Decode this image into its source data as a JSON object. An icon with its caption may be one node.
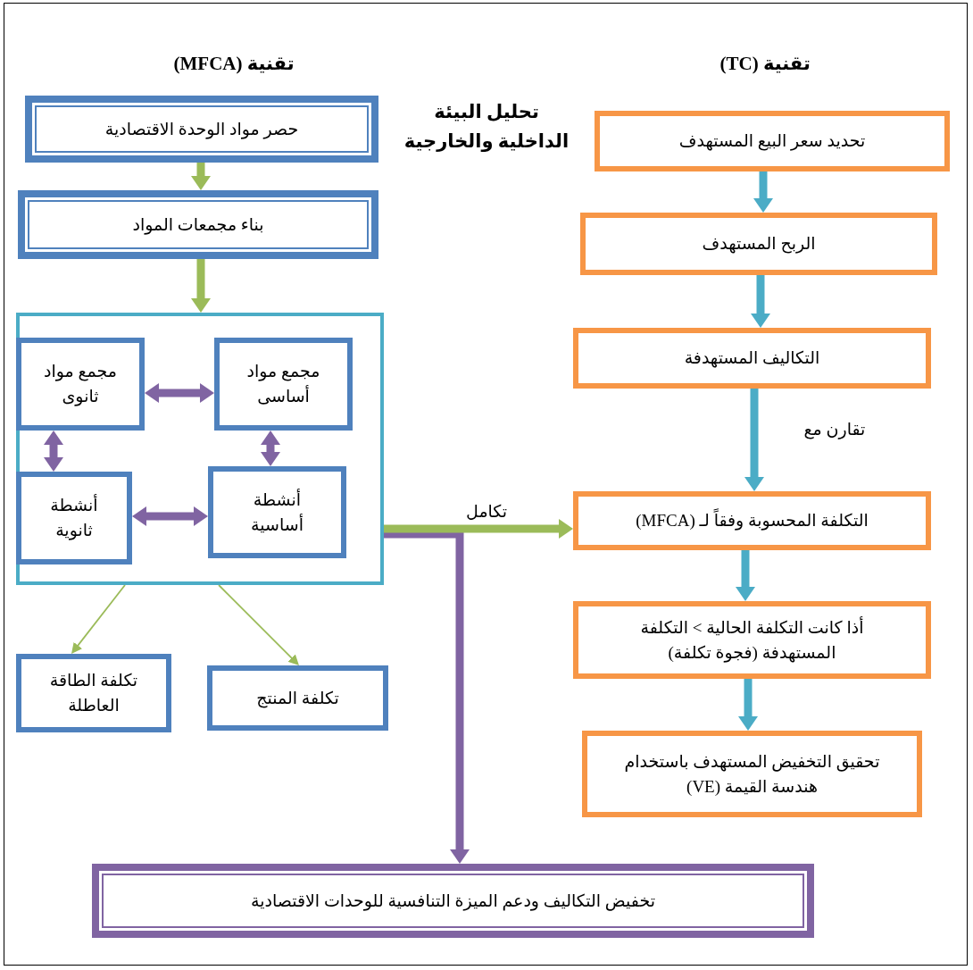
{
  "diagram": {
    "nodes": [
      {
        "text": [
          "حصر مواد الوحدة الاقتصادية"
        ]
      },
      {
        "text": [
          "بناء مجمعات المواد"
        ]
      },
      {
        "text": [],
        "shape": "box"
      },
      {
        "text": [
          "مجمع مواد أساسى"
        ],
        "in": 2
      },
      {
        "text": [
          "مجمع مواد ثانوى"
        ],
        "in": 2
      },
      {
        "text": [
          "أنشطة أساسية"
        ],
        "in": 2
      },
      {
        "text": [
          "أنشطة ثانوية"
        ],
        "in": 2
      },
      {
        "text": [
          "تكلفة الطاقة العاطلة"
        ]
      },
      {
        "text": [
          "تكلفة المنتج"
        ]
      },
      {
        "text": [
          "تحديد سعر البيع المستهدف"
        ]
      },
      {
        "text": [
          "الربح المستهدف"
        ]
      },
      {
        "text": [
          "التكاليف المستهدفة"
        ]
      },
      {
        "text": [
          "التكلفة المحسوبة وفقاً لـ (MFCA)"
        ]
      },
      {
        "text": [
          "أذا كانت التكلفة الحالية > التكلفة المستهدفة (فجوة تكلفة)"
        ]
      },
      {
        "text": [
          "تحقيق التخفيض المستهدف باستخدام هندسة القيمة (VE)"
        ]
      },
      {
        "text": [
          "تخفيض التكاليف ودعم الميزة التنافسية للوحدات الاقتصادية"
        ]
      }
    ],
    "edges": [
      {
        "from": 0,
        "to": 1,
        "arrow": "to",
        "color": "#9bbb59"
      },
      {
        "from": 1,
        "to": 2,
        "arrow": "to",
        "color": "#9bbb59"
      },
      {
        "from": 3,
        "to": 4,
        "arrow": "both",
        "color": "#8064a2"
      },
      {
        "from": 4,
        "to": 6,
        "arrow": "both",
        "color": "#8064a2"
      },
      {
        "from": 3,
        "to": 5,
        "arrow": "both",
        "color": "#8064a2"
      },
      {
        "from": 6,
        "to": 5,
        "arrow": "both",
        "color": "#8064a2"
      },
      {
        "from": 2,
        "to": 7,
        "arrow": "to",
        "color": "#9bbb59"
      },
      {
        "from": 2,
        "to": 8,
        "arrow": "to",
        "color": "#9bbb59"
      },
      {
        "from": 2,
        "to": 15,
        "arrow": "to",
        "color": "#8064a2"
      },
      {
        "from": 2,
        "to": 12,
        "arrow": "to",
        "color": "#9bbb59",
        "label": "تكامل"
      },
      {
        "from": 9,
        "to": 10,
        "arrow": "to",
        "color": "#4bacc6"
      },
      {
        "from": 10,
        "to": 11,
        "arrow": "to",
        "color": "#4bacc6"
      },
      {
        "from": 11,
        "to": 12,
        "arrow": "to",
        "color": "#4bacc6",
        "label": "تقارن مع"
      },
      {
        "from": 12,
        "to": 13,
        "arrow": "to",
        "color": "#4bacc6"
      },
      {
        "from": 13,
        "to": 14,
        "arrow": "to",
        "color": "#4bacc6"
      }
    ],
    "labels": [
      "تقنية (MFCA)",
      "تقنية (TC)",
      "تحليل البيئة الداخلية والخارجية"
    ]
  }
}
